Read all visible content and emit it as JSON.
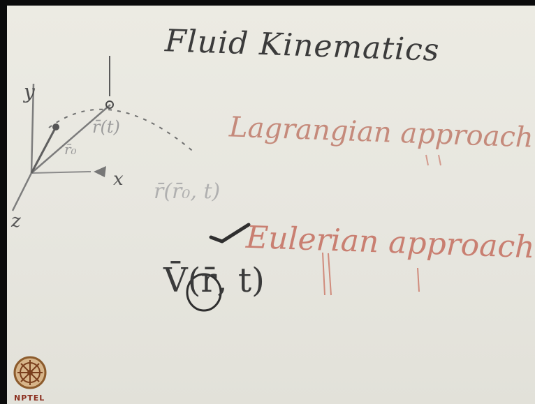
{
  "slide": {
    "title": "Fluid Kinematics",
    "lagrangian": "Lagrangian approach",
    "eulerian": "Eulerian approach",
    "axes": {
      "y": "y",
      "x": "x",
      "z": "z"
    },
    "labels": {
      "r_t": "r̄(t)",
      "r0": "r̄₀",
      "r_r0_t": "r̄(r̄₀, t)",
      "v_r_t": "V̄(r̄, t)"
    }
  },
  "logo": {
    "text": "NPTEL"
  },
  "colors": {
    "paper": "#ecebe3",
    "ink_dark": "#3b3b3b",
    "ink_red": "#c58a7b",
    "ink_gray": "#9b9b9b",
    "logo": "#8b2f1f"
  },
  "icons": {
    "logo": "nptel-emblem-icon",
    "check": "check-mark-icon"
  }
}
